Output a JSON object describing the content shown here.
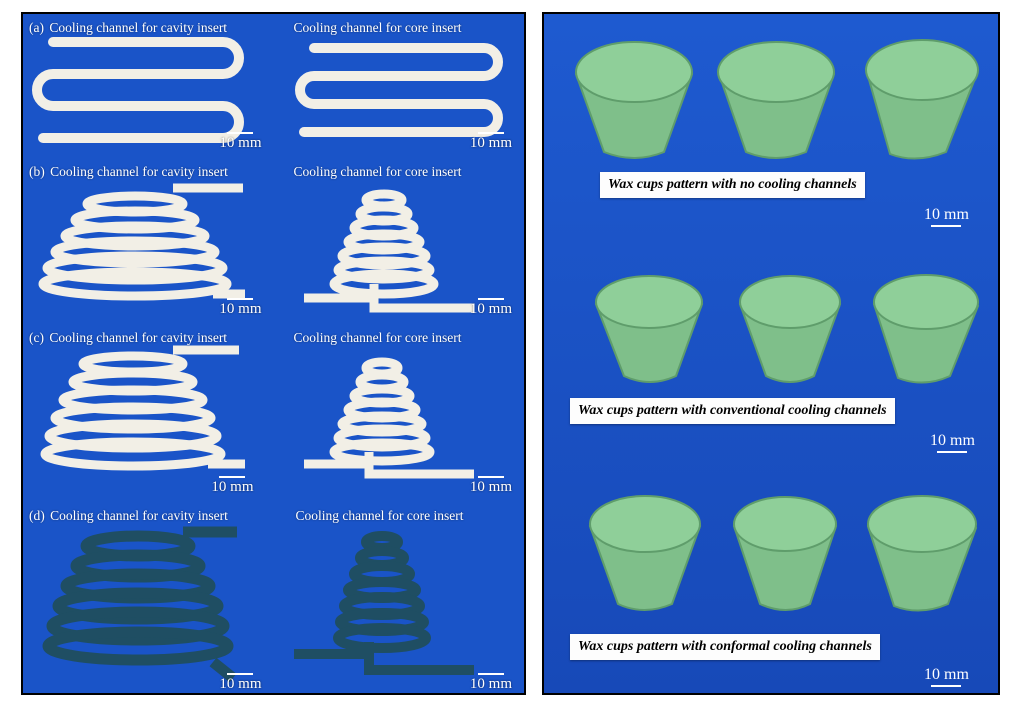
{
  "left_panel": {
    "rows": [
      {
        "label": "(a)",
        "cavity_caption": "Cooling channel for cavity insert",
        "core_caption": "Cooling channel for core insert",
        "scale": "10 mm"
      },
      {
        "label": "(b)",
        "cavity_caption": "Cooling channel for cavity insert",
        "core_caption": "Cooling channel for core insert",
        "scale": "10 mm"
      },
      {
        "label": "(c)",
        "cavity_caption": "Cooling channel for cavity insert",
        "core_caption": "Cooling channel for core insert",
        "scale": "10 mm"
      },
      {
        "label": "(d)",
        "cavity_caption": "Cooling channel for cavity insert",
        "core_caption": "Cooling channel for core insert",
        "scale": "10 mm"
      }
    ]
  },
  "right_panel": {
    "groups": [
      {
        "caption": "Wax cups pattern with no cooling channels",
        "scale": "10 mm"
      },
      {
        "caption": "Wax cups pattern with conventional cooling channels",
        "scale": "10 mm"
      },
      {
        "caption": "Wax cups pattern with conformal cooling channels",
        "scale": "10 mm"
      }
    ]
  },
  "colors": {
    "background_blue": "#1a54c8",
    "channel_white": "#f2efe6",
    "channel_dark": "#1f4e63",
    "wax_green": "#7fbf8a"
  }
}
